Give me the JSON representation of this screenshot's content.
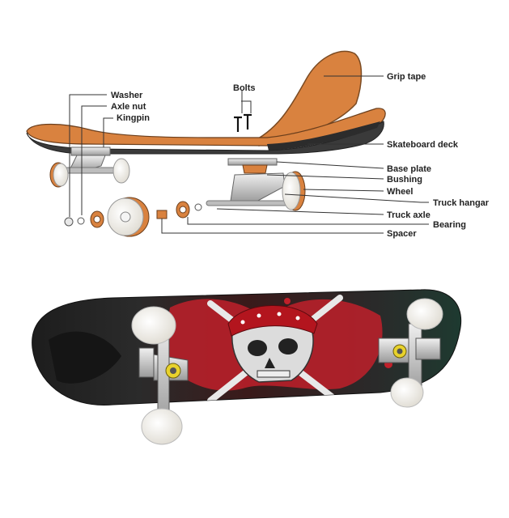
{
  "labels": {
    "washer": "Washer",
    "axle_nut": "Axle nut",
    "kingpin": "Kingpin",
    "bolts": "Bolts",
    "grip_tape": "Grip tape",
    "skateboard_deck": "Skateboard deck",
    "base_plate": "Base plate",
    "bushing": "Bushing",
    "wheel": "Wheel",
    "truck_hangar": "Truck hangar",
    "truck_axle": "Truck axle",
    "bearing": "Bearing",
    "spacer": "Spacer"
  },
  "colors": {
    "grip_orange": "#d9823f",
    "deck_dark": "#3a3a3a",
    "wheel_white": "#f2f0ea",
    "metal": "#c8c8c8",
    "pirate_red": "#c0202a"
  },
  "product_photo": {
    "description_icon": "skateboard-pirate-skull-graphic"
  }
}
